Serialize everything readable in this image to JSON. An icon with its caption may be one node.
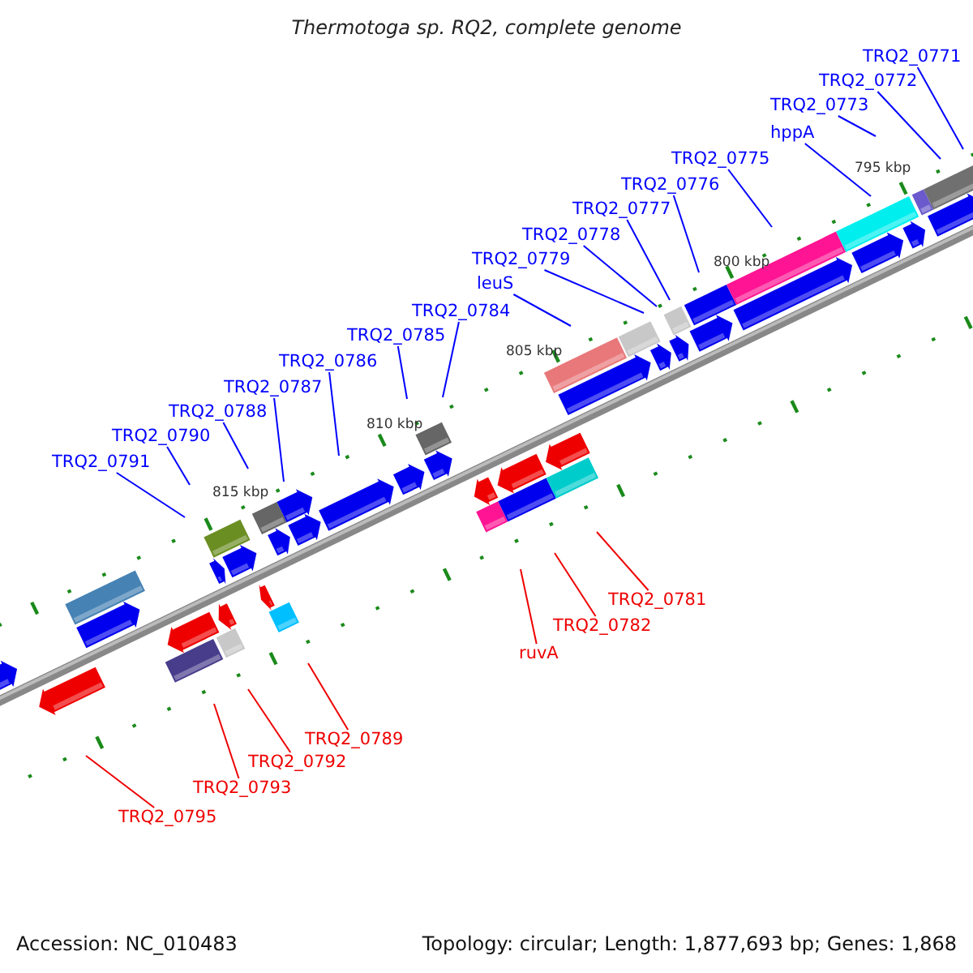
{
  "diagram": {
    "title": "Thermotoga sp. RQ2, complete genome",
    "nodes": [
      {
        "text": [
          "TRQ2_0771"
        ]
      },
      {
        "text": [
          "TRQ2_0772"
        ]
      },
      {
        "text": [
          "TRQ2_0773"
        ]
      },
      {
        "text": [
          "hppA"
        ]
      },
      {
        "text": [
          "TRQ2_0775"
        ]
      },
      {
        "text": [
          "TRQ2_0776"
        ]
      },
      {
        "text": [
          "TRQ2_0777"
        ]
      },
      {
        "text": [
          "TRQ2_0778"
        ]
      },
      {
        "text": [
          "TRQ2_0779"
        ]
      },
      {
        "text": [
          "leuS"
        ]
      },
      {
        "text": [
          "TRQ2_0784"
        ]
      },
      {
        "text": [
          "TRQ2_0785"
        ]
      },
      {
        "text": [
          "TRQ2_0786"
        ]
      },
      {
        "text": [
          "TRQ2_0787"
        ]
      },
      {
        "text": [
          "TRQ2_0788"
        ]
      },
      {
        "text": [
          "TRQ2_0790"
        ]
      },
      {
        "text": [
          "TRQ2_0791"
        ]
      },
      {
        "text": [
          "TRQ2_0781"
        ]
      },
      {
        "text": [
          "TRQ2_0782"
        ]
      },
      {
        "text": [
          "ruvA"
        ]
      },
      {
        "text": [
          "TRQ2_0789"
        ]
      },
      {
        "text": [
          "TRQ2_0792"
        ]
      },
      {
        "text": [
          "TRQ2_0793"
        ]
      },
      {
        "text": [
          "TRQ2_0795"
        ]
      }
    ],
    "edges": [
      {
        "from": 0,
        "to": null,
        "arrow": "none"
      },
      {
        "from": 1,
        "to": null,
        "arrow": "none"
      },
      {
        "from": 2,
        "to": null,
        "arrow": "none"
      },
      {
        "from": 3,
        "to": null,
        "arrow": "none"
      },
      {
        "from": 4,
        "to": null,
        "arrow": "none"
      },
      {
        "from": 5,
        "to": null,
        "arrow": "none"
      },
      {
        "from": 6,
        "to": null,
        "arrow": "none"
      },
      {
        "from": 7,
        "to": null,
        "arrow": "none"
      },
      {
        "from": 8,
        "to": null,
        "arrow": "none"
      },
      {
        "from": 9,
        "to": null,
        "arrow": "none"
      },
      {
        "from": 10,
        "to": null,
        "arrow": "none"
      },
      {
        "from": 11,
        "to": null,
        "arrow": "none"
      },
      {
        "from": 12,
        "to": null,
        "arrow": "none"
      },
      {
        "from": 13,
        "to": null,
        "arrow": "none"
      },
      {
        "from": 14,
        "to": null,
        "arrow": "none"
      },
      {
        "from": 15,
        "to": null,
        "arrow": "none"
      },
      {
        "from": 16,
        "to": null,
        "arrow": "none"
      },
      {
        "from": 17,
        "to": null,
        "arrow": "none",
        "color": "#ee0000"
      },
      {
        "from": 18,
        "to": null,
        "arrow": "none",
        "color": "#ee0000"
      },
      {
        "from": 19,
        "to": null,
        "arrow": "none",
        "color": "#ee0000"
      },
      {
        "from": 20,
        "to": null,
        "arrow": "none",
        "color": "#ee0000"
      },
      {
        "from": 21,
        "to": null,
        "arrow": "none",
        "color": "#ee0000"
      },
      {
        "from": 22,
        "to": null,
        "arrow": "none",
        "color": "#ee0000"
      },
      {
        "from": 23,
        "to": null,
        "arrow": "none",
        "color": "#ee0000"
      }
    ],
    "labels": [
      "795 kbp",
      "800 kbp",
      "805 kbp",
      "810 kbp",
      "815 kbp",
      "Accession: NC_010483",
      "Topology: circular; Length: 1,877,693 bp; Genes: 1,868"
    ]
  }
}
